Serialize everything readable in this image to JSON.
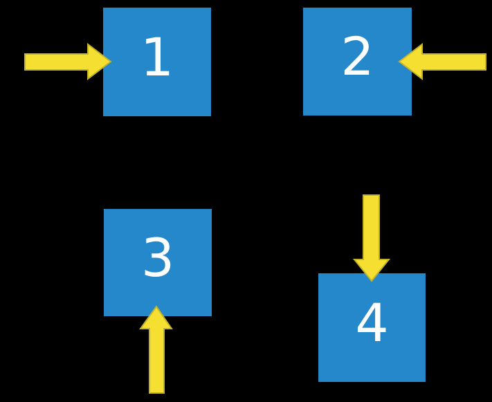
{
  "canvas": {
    "background": "#000000"
  },
  "colors": {
    "square_blue": "#2588CB",
    "arrow_fill": "#F5E032",
    "arrow_stroke": "#C4B22B",
    "label_white": "#FFFFFF"
  },
  "squares": [
    {
      "label": "1",
      "arrow_direction": "right",
      "arrow_enters": "left-side"
    },
    {
      "label": "2",
      "arrow_direction": "left",
      "arrow_enters": "right-side"
    },
    {
      "label": "3",
      "arrow_direction": "up",
      "arrow_enters": "bottom-side"
    },
    {
      "label": "4",
      "arrow_direction": "down",
      "arrow_enters": "top-side"
    }
  ]
}
